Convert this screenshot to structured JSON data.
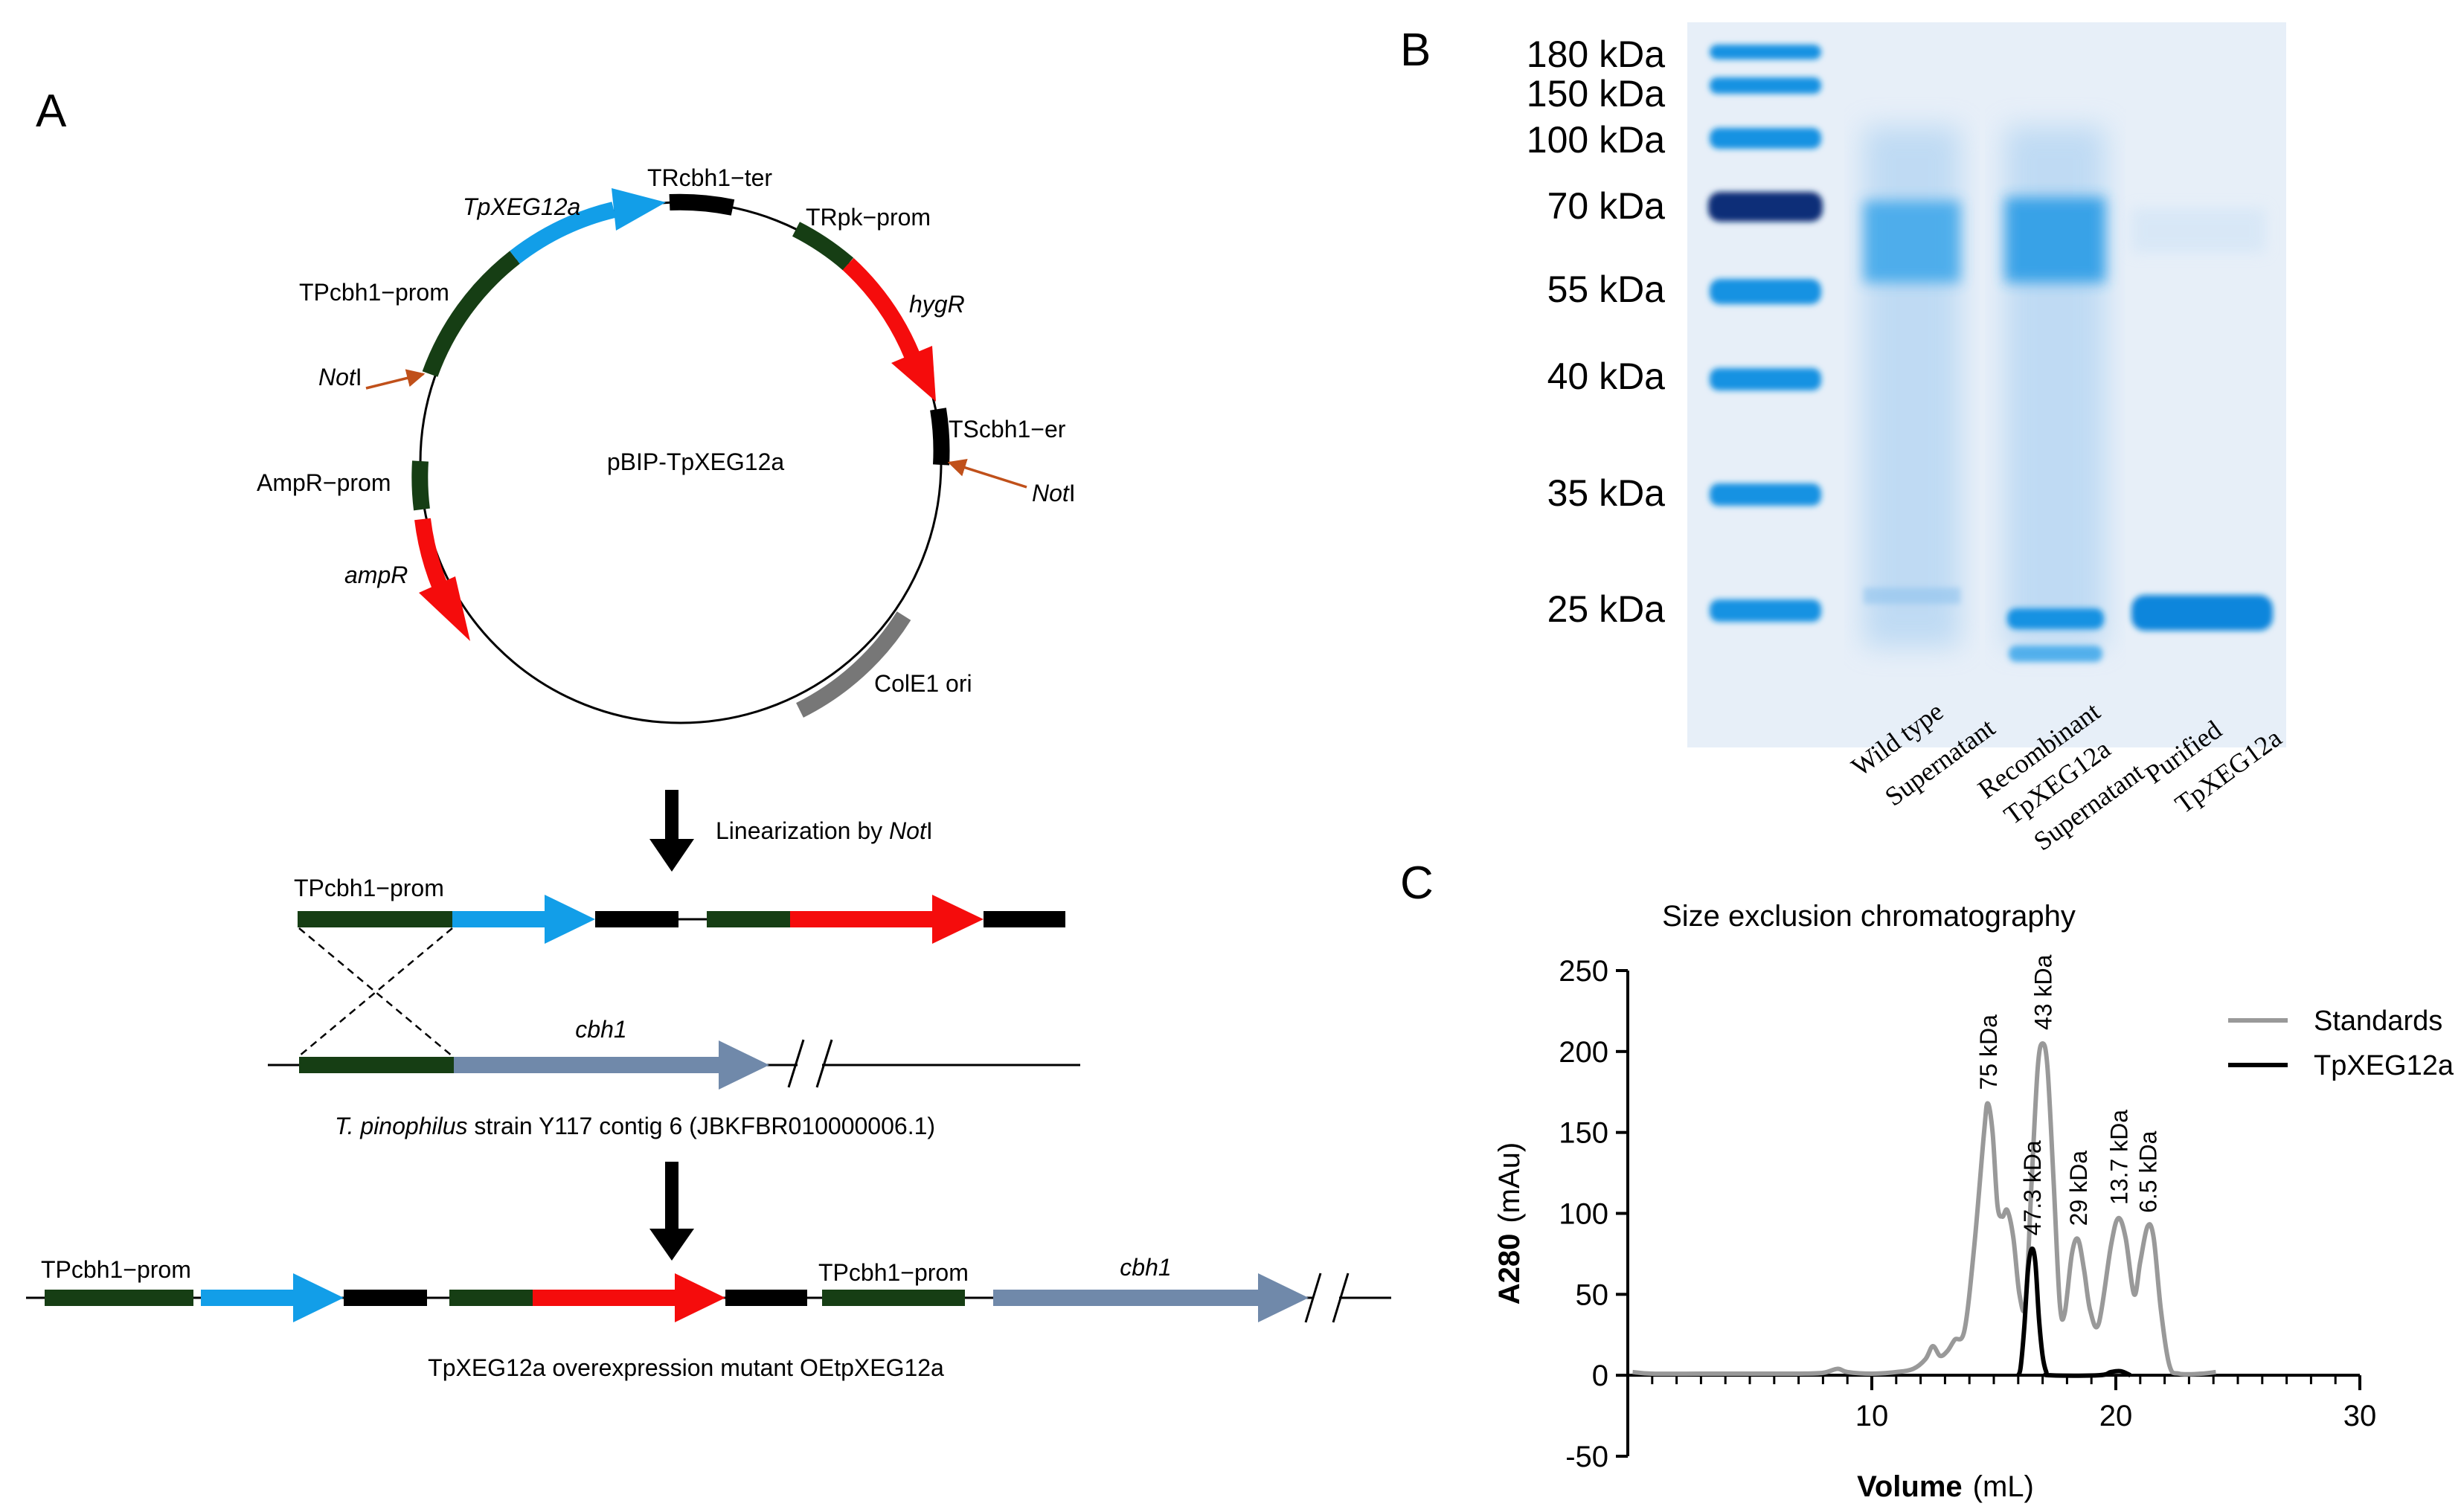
{
  "panel_a": {
    "letter": "A",
    "plasmid": {
      "name": "pBIP-TpXEG12a",
      "labels": {
        "tpxeg": "TpXEG12a",
        "trcbh1_ter": "TRcbh1−ter",
        "trpk_prom": "TRpk−prom",
        "hygr": "hygR",
        "tscbh1_er": "TScbh1−er",
        "noti_right_italic": "Not",
        "noti_right_plain": "I",
        "tpcbh1_prom": "TPcbh1−prom",
        "noti_left_italic": "Not",
        "noti_left_plain": "I",
        "ampr_prom": "AmpR−prom",
        "ampr": "ampR",
        "cole1": "ColE1 ori"
      }
    },
    "step1": {
      "text": "Linearization by ",
      "italic": "Not",
      "plain": "I"
    },
    "construct": {
      "label": "TPcbh1−prom"
    },
    "genome": {
      "gene": "cbh1",
      "caption_italic": "T. pinophilus",
      "caption_rest": " strain Y117 contig 6 (JBKFBR010000006.1)"
    },
    "mutant": {
      "label_left": "TPcbh1−prom",
      "label_mid": "TPcbh1−prom",
      "gene": "cbh1",
      "caption": "TpXEG12a overexpression mutant OEtpXEG12a"
    }
  },
  "panel_b": {
    "letter": "B",
    "markers": [
      "180 kDa",
      "150 kDa",
      "100 kDa",
      "70 kDa",
      "55 kDa",
      "40 kDa",
      "35 kDa",
      "25 kDa"
    ],
    "lanes": [
      {
        "line1": "Wild type",
        "line2": "Supernatant",
        "line3": ""
      },
      {
        "line1": "Recombinant",
        "line2": "TpXEG12a",
        "line3": "Supernatant"
      },
      {
        "line1": "Purified",
        "line2": "TpXEG12a",
        "line3": ""
      }
    ]
  },
  "panel_c": {
    "letter": "C",
    "chart_data": {
      "type": "line",
      "title": "Size exclusion chromatography",
      "xlabel_bold": "Volume",
      "xlabel_unit": "(mL)",
      "ylabel_bold": "A280",
      "ylabel_unit": "(mAu)",
      "xlim": [
        0,
        30
      ],
      "ylim": [
        -50,
        250
      ],
      "x_ticks": [
        10,
        20,
        30
      ],
      "y_ticks": [
        -50,
        0,
        50,
        100,
        150,
        200,
        250
      ],
      "grid": false,
      "legend_position": "top-right",
      "series": [
        {
          "name": "Standards",
          "color": "#999999",
          "points": [
            [
              0.2,
              2
            ],
            [
              1,
              1
            ],
            [
              3,
              1
            ],
            [
              5,
              1
            ],
            [
              7,
              1
            ],
            [
              8,
              1.5
            ],
            [
              8.6,
              4
            ],
            [
              9,
              2
            ],
            [
              10,
              1
            ],
            [
              11,
              2
            ],
            [
              11.7,
              4
            ],
            [
              12.2,
              10
            ],
            [
              12.5,
              18
            ],
            [
              12.8,
              12
            ],
            [
              13.1,
              15
            ],
            [
              13.4,
              22
            ],
            [
              13.8,
              28
            ],
            [
              14.2,
              80
            ],
            [
              14.6,
              150
            ],
            [
              14.75,
              168
            ],
            [
              14.95,
              150
            ],
            [
              15.15,
              105
            ],
            [
              15.35,
              98
            ],
            [
              15.55,
              102
            ],
            [
              15.8,
              85
            ],
            [
              16.05,
              50
            ],
            [
              16.3,
              45
            ],
            [
              16.55,
              120
            ],
            [
              16.8,
              190
            ],
            [
              17.0,
              205
            ],
            [
              17.2,
              190
            ],
            [
              17.45,
              120
            ],
            [
              17.7,
              45
            ],
            [
              17.9,
              38
            ],
            [
              18.2,
              75
            ],
            [
              18.45,
              84
            ],
            [
              18.7,
              65
            ],
            [
              18.95,
              40
            ],
            [
              19.3,
              32
            ],
            [
              19.8,
              80
            ],
            [
              20.1,
              97
            ],
            [
              20.4,
              85
            ],
            [
              20.75,
              50
            ],
            [
              21.0,
              70
            ],
            [
              21.3,
              92
            ],
            [
              21.55,
              85
            ],
            [
              21.85,
              40
            ],
            [
              22.2,
              6
            ],
            [
              22.6,
              1
            ],
            [
              23.5,
              1
            ],
            [
              24.1,
              2
            ]
          ]
        },
        {
          "name": "TpXEG12a",
          "color": "#000000",
          "points": [
            [
              16.0,
              0
            ],
            [
              16.1,
              5
            ],
            [
              16.25,
              30
            ],
            [
              16.4,
              65
            ],
            [
              16.55,
              78
            ],
            [
              16.7,
              70
            ],
            [
              16.85,
              35
            ],
            [
              17.0,
              12
            ],
            [
              17.15,
              2
            ],
            [
              17.3,
              0
            ],
            [
              19.3,
              0
            ],
            [
              19.8,
              2
            ],
            [
              20.2,
              2.5
            ],
            [
              20.6,
              0
            ]
          ]
        }
      ],
      "annotations": [
        {
          "text": "75 kDa",
          "x": 14.75,
          "y": 168
        },
        {
          "text": "47.3 kDa",
          "x": 16.55,
          "y": 78
        },
        {
          "text": "43 kDa",
          "x": 17.0,
          "y": 205
        },
        {
          "text": "29 kDa",
          "x": 18.45,
          "y": 84
        },
        {
          "text": "13.7 kDa",
          "x": 20.1,
          "y": 97
        },
        {
          "text": "6.5 kDa",
          "x": 21.3,
          "y": 92
        }
      ]
    }
  },
  "colors": {
    "blue_gene": "#129ee8",
    "red_gene": "#f50c0c",
    "dark_green": "#163e14",
    "black_term": "#000000",
    "ori_gray": "#777777",
    "slate_cbh1": "#7089aa",
    "notI_arrow": "#c0501a",
    "gel_bg": "#e7eff8",
    "band_blue": "#1592e2"
  }
}
